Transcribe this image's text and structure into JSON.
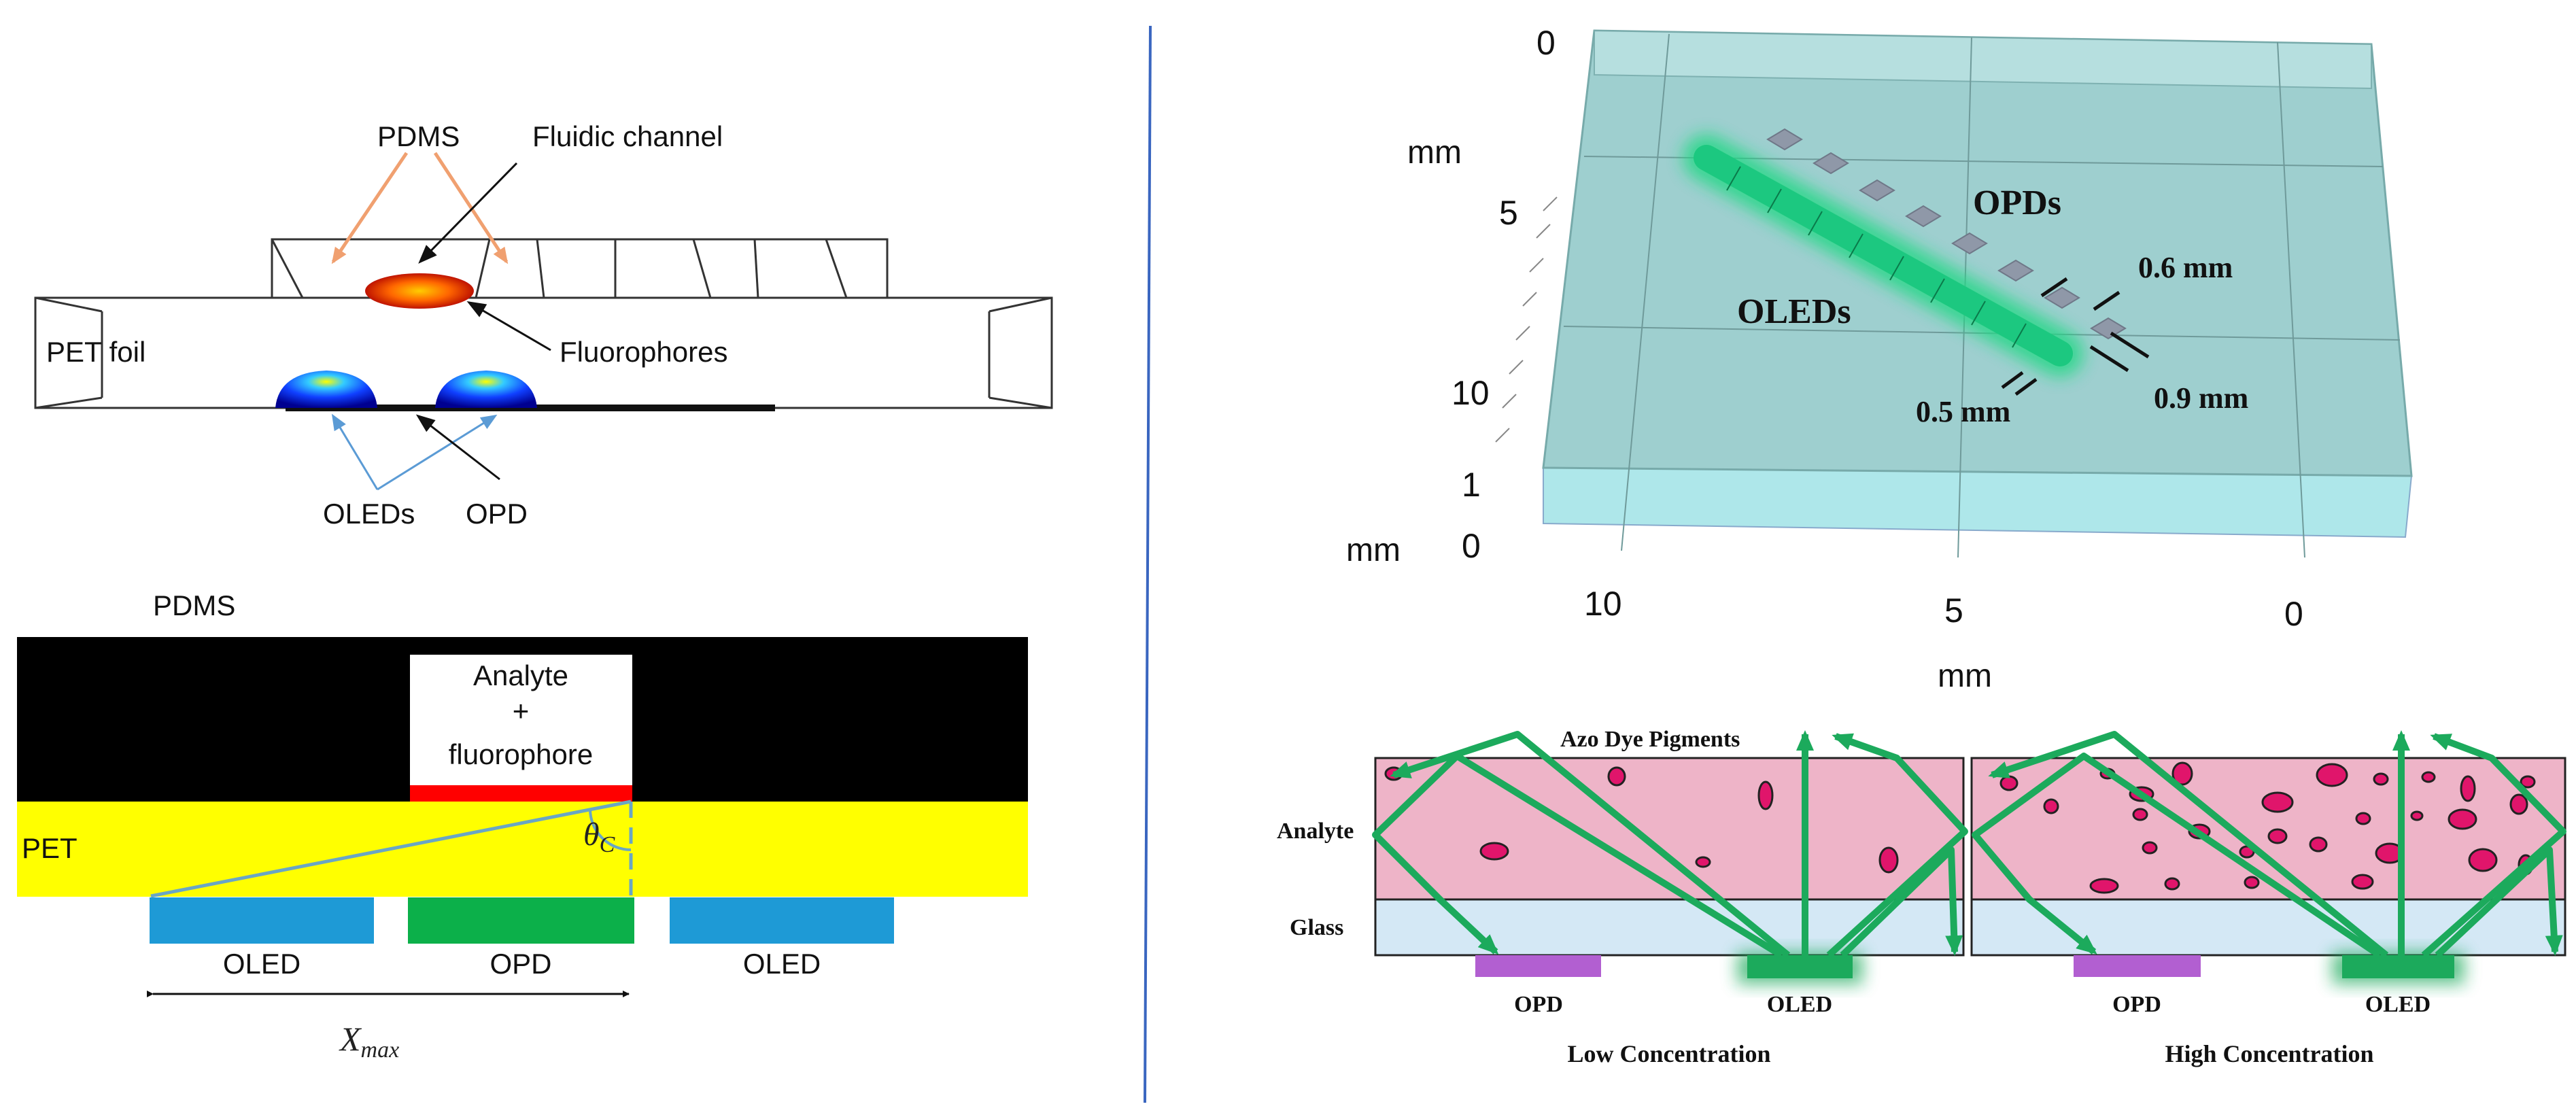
{
  "panel_a": {
    "pdms": "PDMS",
    "fluidic_channel": "Fluidic channel",
    "pet_foil": "PET foil",
    "fluorophores": "Fluorophores",
    "oleds": "OLEDs",
    "opd": "OPD"
  },
  "panel_b": {
    "pdms": "PDMS",
    "analyte_line1": "Analyte",
    "analyte_line2": "+",
    "analyte_line3": "fluorophore",
    "pet": "PET",
    "theta": "θ",
    "theta_sub": "C",
    "oled_left": "OLED",
    "opd": "OPD",
    "oled_right": "OLED",
    "xmax": "X",
    "xmax_sub": "max"
  },
  "panel_c": {
    "y_ticks": [
      "0",
      "5",
      "10"
    ],
    "y_unit": "mm",
    "z_ticks": [
      "1",
      "0"
    ],
    "z_unit": "mm",
    "x_ticks": [
      "10",
      "5",
      "0"
    ],
    "x_unit": "mm",
    "opds": "OPDs",
    "oleds": "OLEDs",
    "dim_06": "0.6 mm",
    "dim_05": "0.5 mm",
    "dim_09": "0.9 mm"
  },
  "panel_d": {
    "title": "Azo Dye Pigments",
    "analyte": "Analyte",
    "glass": "Glass",
    "opd_left": "OPD",
    "oled_left": "OLED",
    "opd_right": "OPD",
    "oled_right": "OLED",
    "low": "Low Concentration",
    "high": "High Concentration"
  },
  "colors": {
    "pet_yellow": "#ffff00",
    "pdms_black": "#000000",
    "oled_blue": "#1e9ad6",
    "opd_green": "#0cb04a",
    "fluorophore_red": "#ff0000",
    "glass_blue": "#d4e8f5",
    "analyte_pink": "#eeb4c8",
    "dye_magenta": "#e0156b",
    "ray_green": "#1caa5c",
    "opd_purple": "#b25fd1",
    "oled_strip": "#20d884",
    "cell_teal": "#9ecfcf",
    "separator": "#3a66c0"
  }
}
